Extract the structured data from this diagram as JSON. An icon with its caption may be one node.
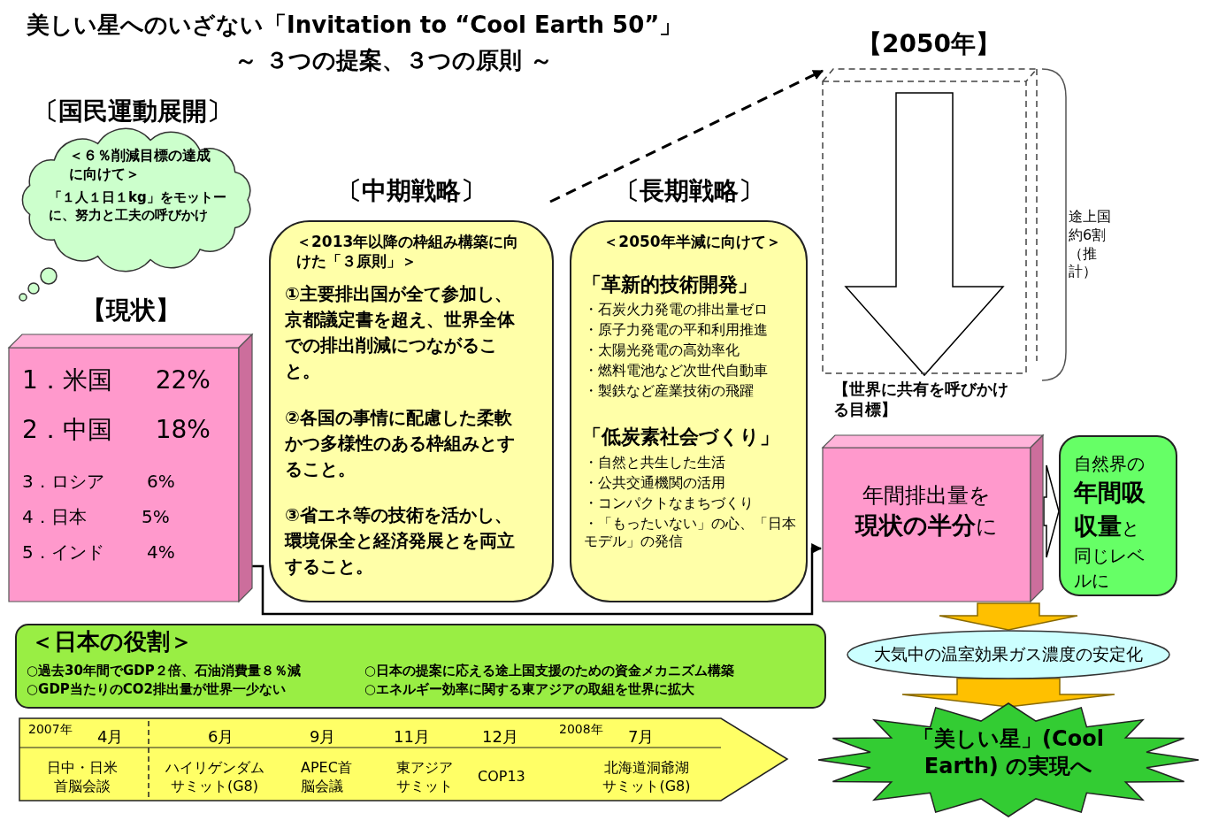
{
  "diagram": {
    "title": "美しい星へのいざない「Invitation to “Cool Earth 50”」",
    "nodes": [
      {
        "text": [
          "〔国民運動展開〕",
          "＜６％削減目標の達成に向けて＞",
          "「１人１日１kg」をモットーに、努力と工夫の呼びかけ"
        ]
      },
      {
        "text": [
          "【現状】",
          "1．米国 22%",
          "2．中国 18%",
          "3．ロシア 6%",
          "4．日本 5%",
          "5．インド 4%"
        ]
      },
      {
        "text": [
          "〔中期戦略〕",
          "＜2013年以降の枠組み構築に向けた「３原則」＞",
          "①主要排出国が全て参加し、京都議定書を超え、世界全体での排出削減につながること。",
          "②各国の事情に配慮した柔軟かつ多様性のある枠組みとすること。",
          "③省エネ等の技術を活かし、環境保全と経済発展とを両立すること。"
        ]
      },
      {
        "text": [
          "〔長期戦略〕",
          "＜2050年半減に向けて＞",
          "「革新的技術開発」",
          "・石炭火力発電の排出量ゼロ",
          "・原子力発電の平和利用推進",
          "・太陽光発電の高効率化",
          "・燃料電池など次世代自動車",
          "・製鉄など産業技術の飛躍",
          "「低炭素社会づくり」",
          "・自然と共生した生活",
          "・公共交通機関の活用",
          "・コンパクトなまちづくり",
          "・「もったいない」の心、「日本モデル」の発信"
        ]
      },
      {
        "text": [
          "【2050年】"
        ]
      },
      {
        "text": [
          "【世界に共有を呼びかける目標】",
          "年間排出量を**現状の半分**に"
        ]
      },
      {
        "text": [
          "自然界の**年間吸収量**と同じレベルに"
        ]
      },
      {
        "text": [
          "大気中の温室効果ガス濃度の安定化"
        ]
      },
      {
        "text": [
          "「美しい星」(Cool Earth) の実現へ"
        ]
      },
      {
        "text": [
          "＜日本の役割＞",
          "○過去30年間でGDP２倍、石油消費量８％減",
          "○日本の提案に応える途上国支援のための資金メカニズム構築",
          "○GDP当たりのCO2排出量が世界一少ない",
          "○エネルギー効率に関する東アジアの取組を世界に拡大"
        ]
      },
      {
        "text": [
          "2007年",
          "4月",
          "6月",
          "9月",
          "11月",
          "12月",
          "2008年",
          "7月",
          "日中・日米首脳会談",
          "ハイリゲンダムサミット(G8)",
          "APEC首脳会議",
          "東アジアサミット",
          "COP13",
          "北海道洞爺湖サミット(G8)"
        ]
      }
    ],
    "edges": [
      {
        "from": 1,
        "to": 5,
        "arrow": "to"
      },
      {
        "from": 2,
        "to": 4,
        "arrow": "to",
        "style": "dashed"
      },
      {
        "from": null,
        "to": 5,
        "arrow": "to",
        "style": "thick"
      },
      {
        "from": 5,
        "to": 6,
        "arrow": "to",
        "style": "thick"
      },
      {
        "from": 5,
        "to": 7,
        "arrow": "to",
        "style": "thick",
        "color": "#ffc000"
      },
      {
        "from": 7,
        "to": 8,
        "arrow": "to",
        "style": "thick",
        "color": "#ffc000"
      }
    ],
    "labels": [
      "～ ３つの提案、３つの原則 ～",
      "途上国約6割（推計）"
    ]
  }
}
